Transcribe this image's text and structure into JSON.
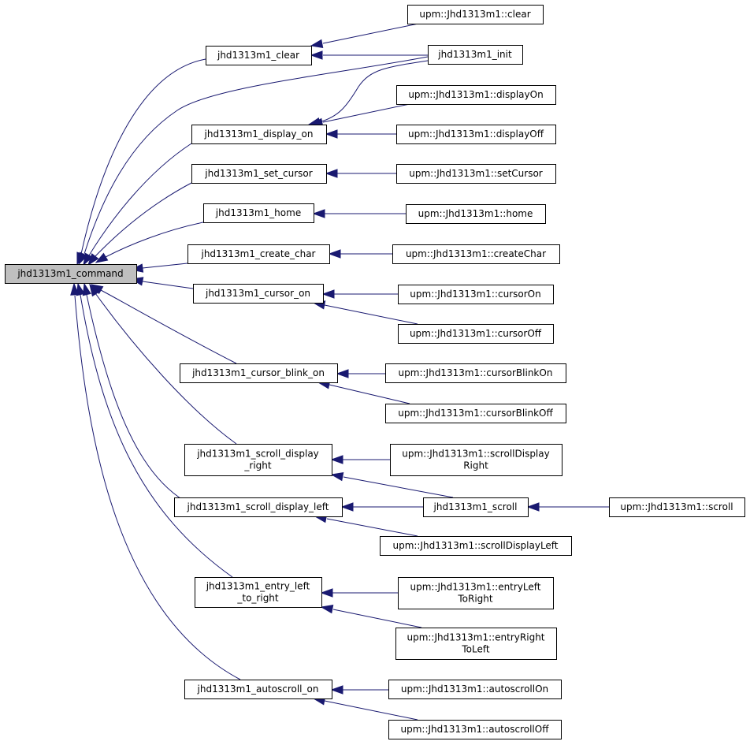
{
  "graph": {
    "edge_color": "#191970",
    "root_fill": "#bfbfbf",
    "nodes": [
      {
        "id": "command",
        "lines": [
          "jhd1313m1_command"
        ],
        "root": true
      },
      {
        "id": "clear",
        "lines": [
          "jhd1313m1_clear"
        ]
      },
      {
        "id": "display_on",
        "lines": [
          "jhd1313m1_display_on"
        ]
      },
      {
        "id": "set_cursor",
        "lines": [
          "jhd1313m1_set_cursor"
        ]
      },
      {
        "id": "home",
        "lines": [
          "jhd1313m1_home"
        ]
      },
      {
        "id": "create_char",
        "lines": [
          "jhd1313m1_create_char"
        ]
      },
      {
        "id": "cursor_on",
        "lines": [
          "jhd1313m1_cursor_on"
        ]
      },
      {
        "id": "cursor_blink_on",
        "lines": [
          "jhd1313m1_cursor_blink_on"
        ]
      },
      {
        "id": "scroll_display_right",
        "lines": [
          "jhd1313m1_scroll_display",
          "_right"
        ]
      },
      {
        "id": "scroll_display_left",
        "lines": [
          "jhd1313m1_scroll_display_left"
        ]
      },
      {
        "id": "entry_left_to_right",
        "lines": [
          "jhd1313m1_entry_left",
          "_to_right"
        ]
      },
      {
        "id": "autoscroll_on",
        "lines": [
          "jhd1313m1_autoscroll_on"
        ]
      },
      {
        "id": "upm_clear",
        "lines": [
          "upm::Jhd1313m1::clear"
        ]
      },
      {
        "id": "init",
        "lines": [
          "jhd1313m1_init"
        ]
      },
      {
        "id": "upm_displayOn",
        "lines": [
          "upm::Jhd1313m1::displayOn"
        ]
      },
      {
        "id": "upm_displayOff",
        "lines": [
          "upm::Jhd1313m1::displayOff"
        ]
      },
      {
        "id": "upm_setCursor",
        "lines": [
          "upm::Jhd1313m1::setCursor"
        ]
      },
      {
        "id": "upm_home",
        "lines": [
          "upm::Jhd1313m1::home"
        ]
      },
      {
        "id": "upm_createChar",
        "lines": [
          "upm::Jhd1313m1::createChar"
        ]
      },
      {
        "id": "upm_cursorOn",
        "lines": [
          "upm::Jhd1313m1::cursorOn"
        ]
      },
      {
        "id": "upm_cursorOff",
        "lines": [
          "upm::Jhd1313m1::cursorOff"
        ]
      },
      {
        "id": "upm_cursorBlinkOn",
        "lines": [
          "upm::Jhd1313m1::cursorBlinkOn"
        ]
      },
      {
        "id": "upm_cursorBlinkOff",
        "lines": [
          "upm::Jhd1313m1::cursorBlinkOff"
        ]
      },
      {
        "id": "upm_scrollDisplayRight",
        "lines": [
          "upm::Jhd1313m1::scrollDisplay",
          "Right"
        ]
      },
      {
        "id": "scroll",
        "lines": [
          "jhd1313m1_scroll"
        ]
      },
      {
        "id": "upm_scroll",
        "lines": [
          "upm::Jhd1313m1::scroll"
        ]
      },
      {
        "id": "upm_scrollDisplayLeft",
        "lines": [
          "upm::Jhd1313m1::scrollDisplayLeft"
        ]
      },
      {
        "id": "upm_entryLeftToRight",
        "lines": [
          "upm::Jhd1313m1::entryLeft",
          "ToRight"
        ]
      },
      {
        "id": "upm_entryRightToLeft",
        "lines": [
          "upm::Jhd1313m1::entryRight",
          "ToLeft"
        ]
      },
      {
        "id": "upm_autoscrollOn",
        "lines": [
          "upm::Jhd1313m1::autoscrollOn"
        ]
      },
      {
        "id": "upm_autoscrollOff",
        "lines": [
          "upm::Jhd1313m1::autoscrollOff"
        ]
      }
    ],
    "edges": [
      {
        "from": "clear",
        "to": "command"
      },
      {
        "from": "init",
        "to": "command"
      },
      {
        "from": "display_on",
        "to": "command"
      },
      {
        "from": "set_cursor",
        "to": "command"
      },
      {
        "from": "home",
        "to": "command"
      },
      {
        "from": "create_char",
        "to": "command"
      },
      {
        "from": "cursor_on",
        "to": "command"
      },
      {
        "from": "cursor_blink_on",
        "to": "command"
      },
      {
        "from": "scroll_display_right",
        "to": "command"
      },
      {
        "from": "scroll_display_left",
        "to": "command"
      },
      {
        "from": "entry_left_to_right",
        "to": "command"
      },
      {
        "from": "autoscroll_on",
        "to": "command"
      },
      {
        "from": "upm_clear",
        "to": "clear"
      },
      {
        "from": "init",
        "to": "clear"
      },
      {
        "from": "init",
        "to": "display_on"
      },
      {
        "from": "upm_displayOn",
        "to": "display_on"
      },
      {
        "from": "upm_displayOff",
        "to": "display_on"
      },
      {
        "from": "upm_setCursor",
        "to": "set_cursor"
      },
      {
        "from": "upm_home",
        "to": "home"
      },
      {
        "from": "upm_createChar",
        "to": "create_char"
      },
      {
        "from": "upm_cursorOn",
        "to": "cursor_on"
      },
      {
        "from": "upm_cursorOff",
        "to": "cursor_on"
      },
      {
        "from": "upm_cursorBlinkOn",
        "to": "cursor_blink_on"
      },
      {
        "from": "upm_cursorBlinkOff",
        "to": "cursor_blink_on"
      },
      {
        "from": "upm_scrollDisplayRight",
        "to": "scroll_display_right"
      },
      {
        "from": "scroll",
        "to": "scroll_display_right"
      },
      {
        "from": "scroll",
        "to": "scroll_display_left"
      },
      {
        "from": "upm_scrollDisplayLeft",
        "to": "scroll_display_left"
      },
      {
        "from": "upm_scroll",
        "to": "scroll"
      },
      {
        "from": "upm_entryLeftToRight",
        "to": "entry_left_to_right"
      },
      {
        "from": "upm_entryRightToLeft",
        "to": "entry_left_to_right"
      },
      {
        "from": "upm_autoscrollOn",
        "to": "autoscroll_on"
      },
      {
        "from": "upm_autoscrollOff",
        "to": "autoscroll_on"
      }
    ]
  }
}
